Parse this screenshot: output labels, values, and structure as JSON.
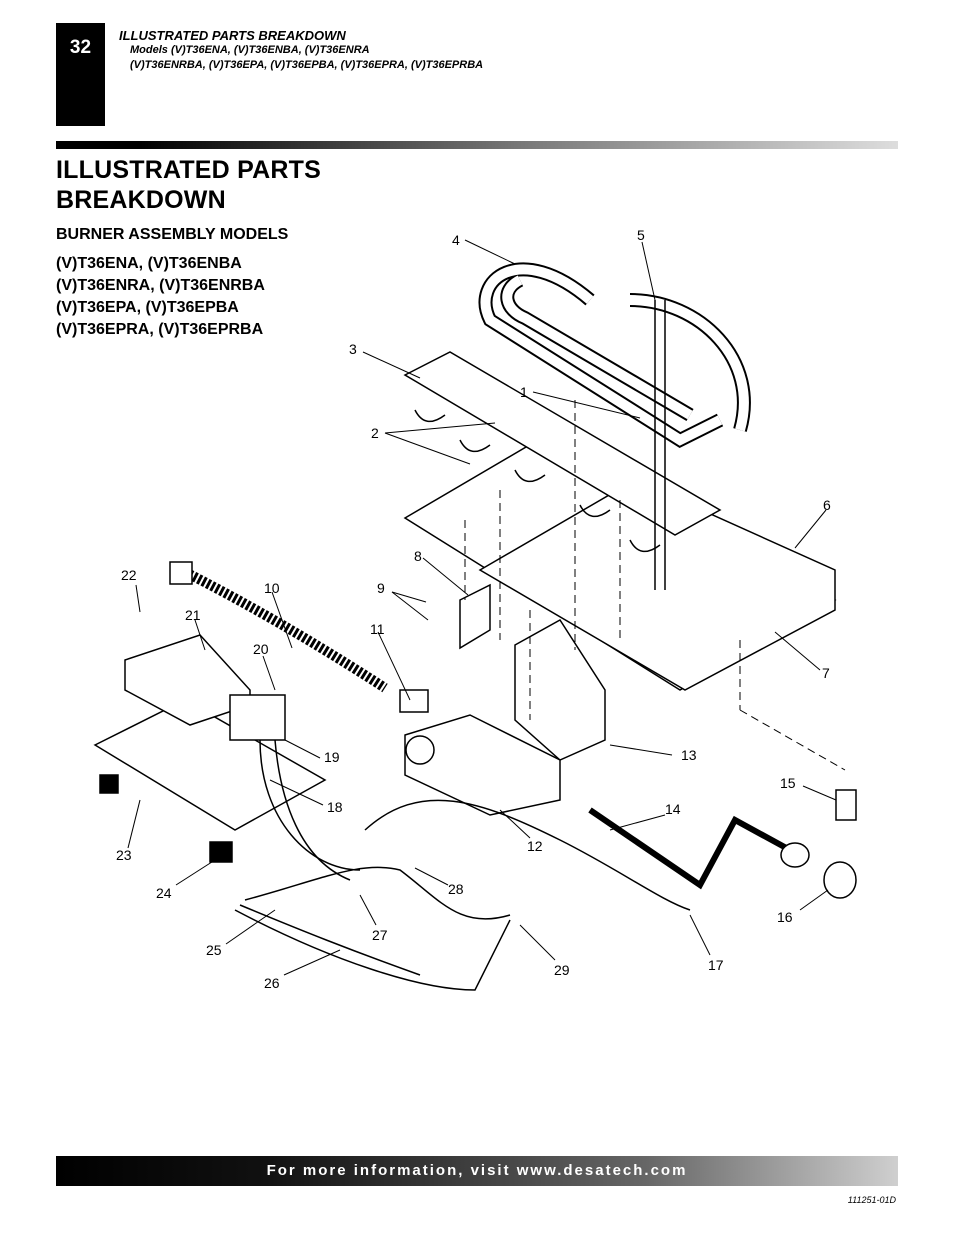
{
  "header": {
    "page_number": "32",
    "title": "ILLUSTRATED PARTS BREAKDOWN",
    "models_line1": "Models (V)T36ENA, (V)T36ENBA, (V)T36ENRA",
    "models_line2": "(V)T36ENRBA, (V)T36EPA, (V)T36EPBA, (V)T36EPRA, (V)T36EPRBA"
  },
  "main": {
    "title_line1": "ILLUSTRATED PARTS",
    "title_line2": "BREAKDOWN",
    "subtitle": "BURNER ASSEMBLY MODELS",
    "models": [
      "(V)T36ENA, (V)T36ENBA",
      "(V)T36ENRA, (V)T36ENRBA",
      "(V)T36EPA, (V)T36EPBA",
      "(V)T36EPRA, (V)T36EPRBA"
    ]
  },
  "diagram": {
    "callouts": [
      "1",
      "2",
      "3",
      "4",
      "5",
      "6",
      "7",
      "8",
      "9",
      "10",
      "11",
      "12",
      "13",
      "14",
      "15",
      "16",
      "17",
      "18",
      "19",
      "20",
      "21",
      "22",
      "23",
      "24",
      "25",
      "26",
      "27",
      "28",
      "29"
    ]
  },
  "footer": {
    "info_text": "For more information, visit www.desatech.com",
    "doc_number": "111251-01D"
  }
}
